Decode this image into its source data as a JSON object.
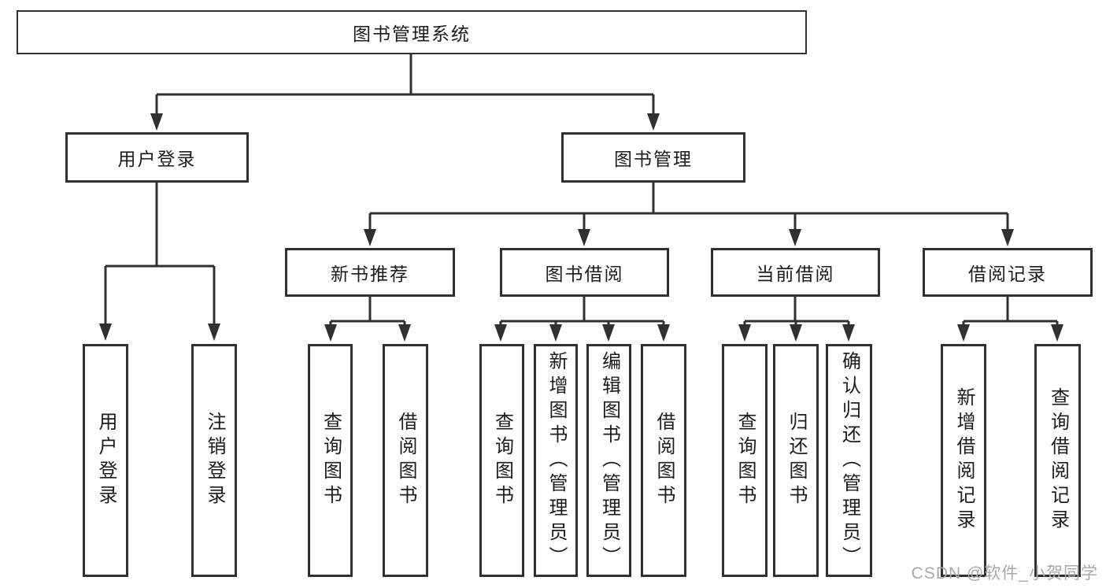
{
  "root": {
    "label": "图书管理系统"
  },
  "user_login": {
    "label": "用户登录",
    "children": [
      {
        "label": "用户登录"
      },
      {
        "label": "注销登录"
      }
    ]
  },
  "book_management": {
    "label": "图书管理",
    "sections": [
      {
        "label": "新书推荐",
        "children": [
          {
            "label": "查询图书"
          },
          {
            "label": "借阅图书"
          }
        ]
      },
      {
        "label": "图书借阅",
        "children": [
          {
            "label": "查询图书"
          },
          {
            "label": "新增图书（管理员）"
          },
          {
            "label": "编辑图书（管理员）"
          },
          {
            "label": "借阅图书"
          }
        ]
      },
      {
        "label": "当前借阅",
        "children": [
          {
            "label": "查询图书"
          },
          {
            "label": "归还图书"
          },
          {
            "label": "确认归还（管理员）"
          }
        ]
      },
      {
        "label": "借阅记录",
        "children": [
          {
            "label": "新增借阅记录"
          },
          {
            "label": "查询借阅记录"
          }
        ]
      }
    ]
  },
  "watermark": {
    "text": "CSDN @软件_小贺同学"
  },
  "colors": {
    "line": "#303030",
    "box_border": "#303030",
    "background": "#ffffff",
    "text": "#1c1c1c",
    "watermark": "#a9a9a9"
  }
}
